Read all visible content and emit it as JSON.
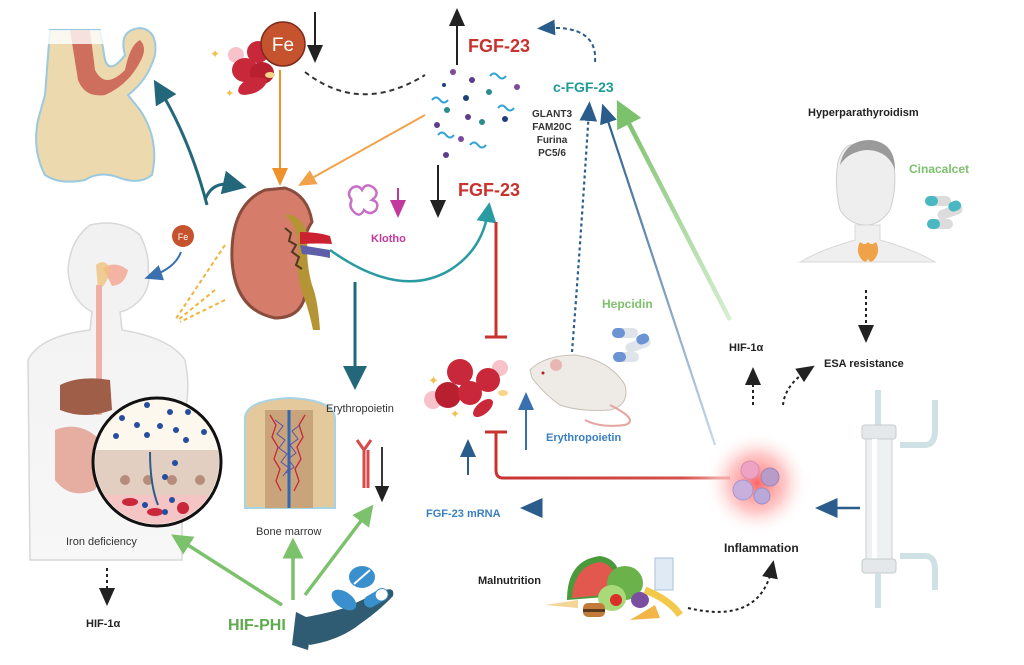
{
  "labels": {
    "fgf23_top": "FGF-23",
    "cfgf23": "c-FGF-23",
    "enzymes": [
      "GLANT3",
      "FAM20C",
      "Furina",
      "PC5/6"
    ],
    "fgf23_mid": "FGF-23",
    "klotho": "Klotho",
    "fe_large": "Fe",
    "fe_small": "Fe",
    "hyperparathyroidism": "Hyperparathyroidism",
    "cinacalcet": "Cinacalcet",
    "hif1a_right": "HIF-1α",
    "esa_resistance": "ESA resistance",
    "hepcidin": "Hepcidin",
    "erythropoietin_left": "Erythropoietin",
    "erythropoietin_mouse": "Erythropoietin",
    "fgf23_mrna": "FGF-23 mRNA",
    "inflammation": "Inflammation",
    "malnutrition": "Malnutrition",
    "iron_deficiency": "Iron deficiency",
    "hif1a_left": "HIF-1α",
    "bone_marrow": "Bone marrow",
    "hif_phi": "HIF-PHI"
  },
  "colors": {
    "fgf_red": "#c8332f",
    "cfgf_teal": "#1f9a97",
    "teal_arrow": "#23687a",
    "navy_arrow": "#2b5d8c",
    "green_arrow": "#7cc16b",
    "orange_arrow": "#f0922b",
    "klotho_pink": "#c2389c",
    "iron_brown": "#c4532e",
    "rbc_red": "#c8283a",
    "inflammation_glow": "#ff5a5a"
  }
}
